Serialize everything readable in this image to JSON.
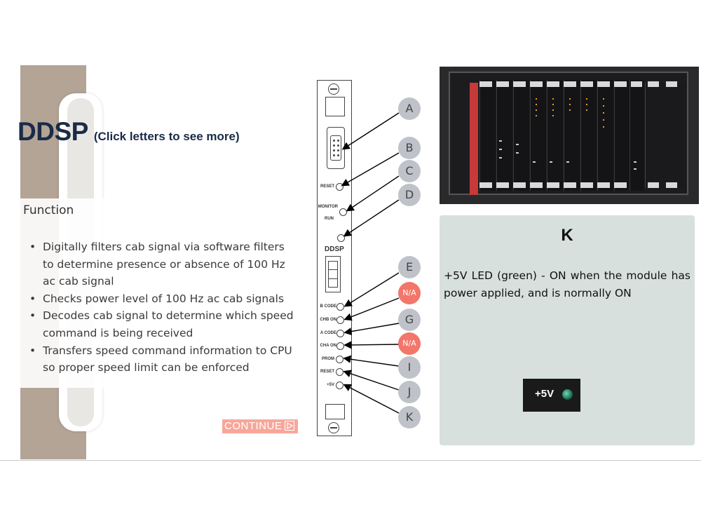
{
  "slide": {
    "title": "DDSP",
    "subtitle": "(Click letters to see more)",
    "function_heading": "Function",
    "bullets": [
      "Digitally filters cab signal via software filters to determine presence or absence of 100 Hz ac cab signal",
      "Checks power level of 100 Hz ac cab signals",
      "Decodes cab signal to determine which speed command is being received",
      "Transfers speed command information to CPU so proper speed limit can be enforced"
    ],
    "continue_label": "CONTINUE"
  },
  "module": {
    "name": "DDSP",
    "labels": {
      "reset": "RESET",
      "monitor": "MONITOR",
      "run": "RUN",
      "b_code": "B CODE",
      "chb_on": "CHB ON",
      "a_code": "A CODE",
      "cha_on": "CHA ON",
      "prom": "PROM",
      "reset2": "RESET",
      "plus5v": "+5V"
    }
  },
  "hotspots": {
    "A": "A",
    "B": "B",
    "C": "C",
    "D": "D",
    "E": "E",
    "NA1": "N/A",
    "G": "G",
    "NA2": "N/A",
    "I": "I",
    "J": "J",
    "K": "K"
  },
  "info": {
    "key": "K",
    "description": "+5V LED (green) - ON when the module has power applied, and is normally ON",
    "led_label": "+5V"
  },
  "colors": {
    "title": "#1a2b48",
    "hotspot": "#bfc2c9",
    "hotspot_na": "#f2766a",
    "continue": "#f7a79a",
    "info_panel": "#d7e0dd",
    "accent_tan": "#b3a496"
  },
  "icons": {
    "continue": "play-triangle-icon",
    "connector": "db9-connector-icon"
  }
}
